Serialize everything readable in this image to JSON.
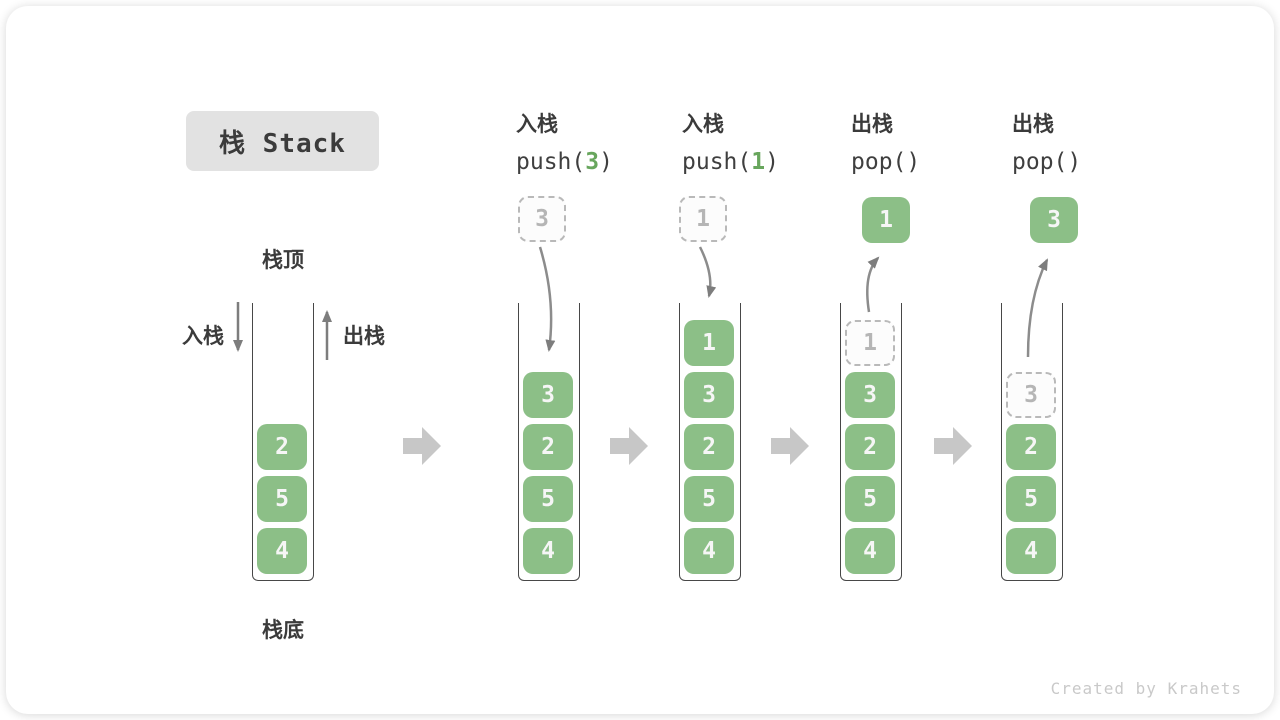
{
  "title": "栈 Stack",
  "labels": {
    "stack_top": "栈顶",
    "stack_bottom": "栈底",
    "push_side": "入栈",
    "pop_side": "出栈"
  },
  "operations": [
    {
      "label": "入栈",
      "code_open": "push(",
      "code_arg": "3",
      "code_close": ")"
    },
    {
      "label": "入栈",
      "code_open": "push(",
      "code_arg": "1",
      "code_close": ")"
    },
    {
      "label": "出栈",
      "code_open": "pop(",
      "code_arg": "",
      "code_close": ")"
    },
    {
      "label": "出栈",
      "code_open": "pop(",
      "code_arg": "",
      "code_close": ")"
    }
  ],
  "stacks": [
    {
      "cells": [
        "2",
        "5",
        "4"
      ]
    },
    {
      "incoming": "3",
      "cells": [
        "3",
        "2",
        "5",
        "4"
      ]
    },
    {
      "incoming": "1",
      "cells": [
        "1",
        "3",
        "2",
        "5",
        "4"
      ]
    },
    {
      "outgoing": "1",
      "ghost": "1",
      "cells": [
        "3",
        "2",
        "5",
        "4"
      ]
    },
    {
      "outgoing": "3",
      "ghost": "3",
      "cells": [
        "2",
        "5",
        "4"
      ]
    }
  ],
  "credit": "Created by Krahets",
  "colors": {
    "element_green": "#8cbf87",
    "code_arg_green": "#68a65d",
    "ghost_gray": "#b9b9b9",
    "flow_arrow_gray": "#c7c7c7",
    "curve_arrow_gray": "#8c8c8c",
    "title_box_bg": "#e2e2e2",
    "text_dark": "#3b3b3b"
  }
}
